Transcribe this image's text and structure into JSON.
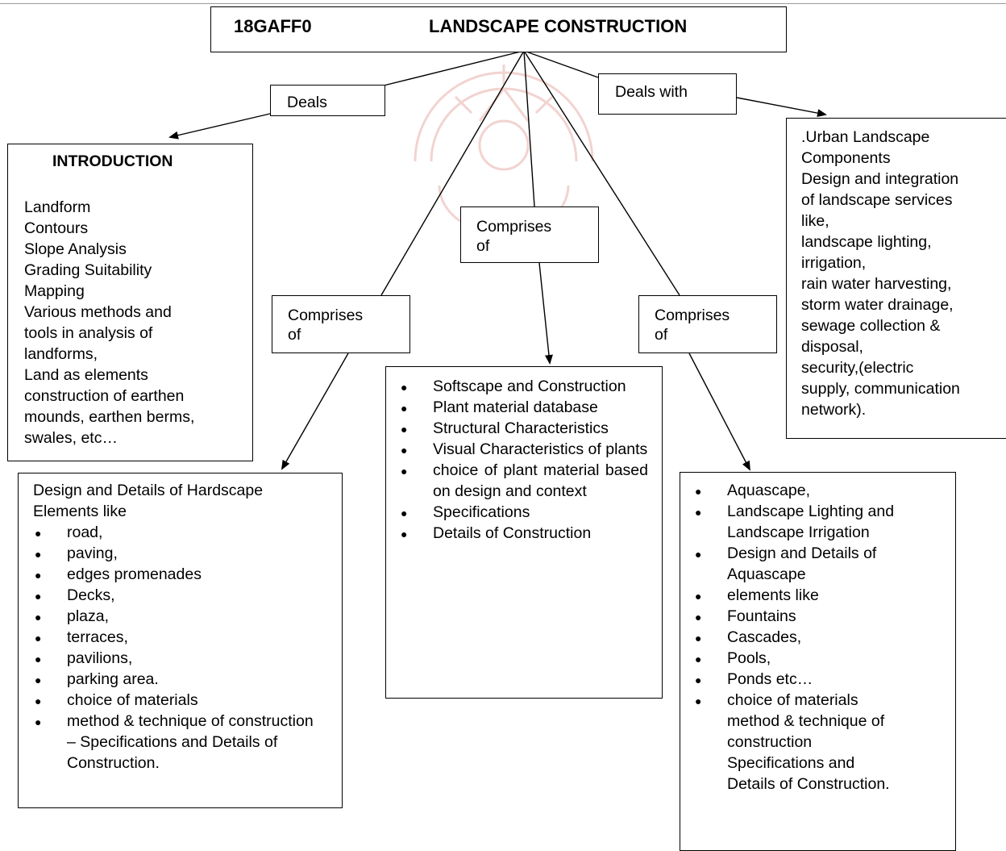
{
  "colors": {
    "line": "#000000",
    "watermark": "#e8b0aa"
  },
  "title": {
    "code": "18GAFF0",
    "name": "LANDSCAPE CONSTRUCTION"
  },
  "connectors": {
    "deals": "Deals",
    "deals_with": "Deals with",
    "comprises_left": "Comprises\nof",
    "comprises_mid": "Comprises\nof",
    "comprises_right": "Comprises\nof"
  },
  "introduction": {
    "heading": "INTRODUCTION",
    "items": [
      "Landform",
      "Contours",
      "Slope Analysis",
      "Grading Suitability",
      "Mapping",
      "Various methods and",
      "tools in analysis of",
      "landforms,",
      "Land as elements",
      "construction of earthen",
      "mounds, earthen berms,",
      "swales, etc…"
    ]
  },
  "urban": {
    "lines": [
      ".Urban Landscape",
      "Components",
      "Design and integration",
      "of landscape services",
      "like,",
      "landscape lighting,",
      "irrigation,",
      "rain water harvesting,",
      "storm water drainage,",
      "sewage collection &",
      "disposal,",
      "security,(electric",
      "supply, communication",
      "network)."
    ]
  },
  "hardscape": {
    "intro": "Design and Details of Hardscape Elements like",
    "items": [
      "road,",
      "paving,",
      "edges promenades",
      "Decks,",
      "plaza,",
      "terraces,",
      "pavilions,",
      "parking area.",
      "choice of materials",
      "method & technique of construction – Specifications and Details of Construction."
    ]
  },
  "softscape": {
    "items": [
      "Softscape and Construction",
      "Plant material database",
      "Structural Characteristics",
      "Visual Characteristics of plants",
      "choice of plant material based on design and context",
      "Specifications",
      "Details of Construction"
    ]
  },
  "aquascape": {
    "items": [
      "Aquascape,",
      "Landscape Lighting and Landscape Irrigation",
      "Design and Details of Aquascape",
      "elements like",
      "Fountains",
      "Cascades,",
      "Pools,",
      "Ponds etc…",
      "choice of materials method & technique of construction Specifications and Details of Construction."
    ]
  }
}
